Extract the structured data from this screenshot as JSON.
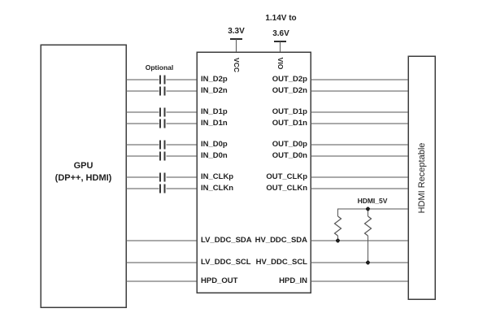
{
  "gpu": {
    "name": "GPU",
    "interfaces": "(DP++, HDMI)"
  },
  "receptacle": {
    "label": "HDMI Receptable"
  },
  "chip": {
    "top_pins": [
      "VCC",
      "VIO"
    ],
    "left_pins": [
      "IN_D2p",
      "IN_D2n",
      "IN_D1p",
      "IN_D1n",
      "IN_D0p",
      "IN_D0n",
      "IN_CLKp",
      "IN_CLKn",
      "LV_DDC_SDA",
      "LV_DDC_SCL",
      "HPD_OUT"
    ],
    "right_pins": [
      "OUT_D2p",
      "OUT_D2n",
      "OUT_D1p",
      "OUT_D1n",
      "OUT_D0p",
      "OUT_D0n",
      "OUT_CLKp",
      "OUT_CLKn",
      "HV_DDC_SDA",
      "HV_DDC_SCL",
      "HPD_IN"
    ]
  },
  "supplies": {
    "vcc": "3.3V",
    "vio_line1": "1.14V to",
    "vio_line2": "3.6V"
  },
  "annotations": {
    "optional": "Optional",
    "hdmi_5v": "HDMI_5V"
  },
  "colors": {
    "background": "#ffffff",
    "wire": "#555555",
    "box_border": "#3d3d3d",
    "text": "#1f1f1f"
  }
}
